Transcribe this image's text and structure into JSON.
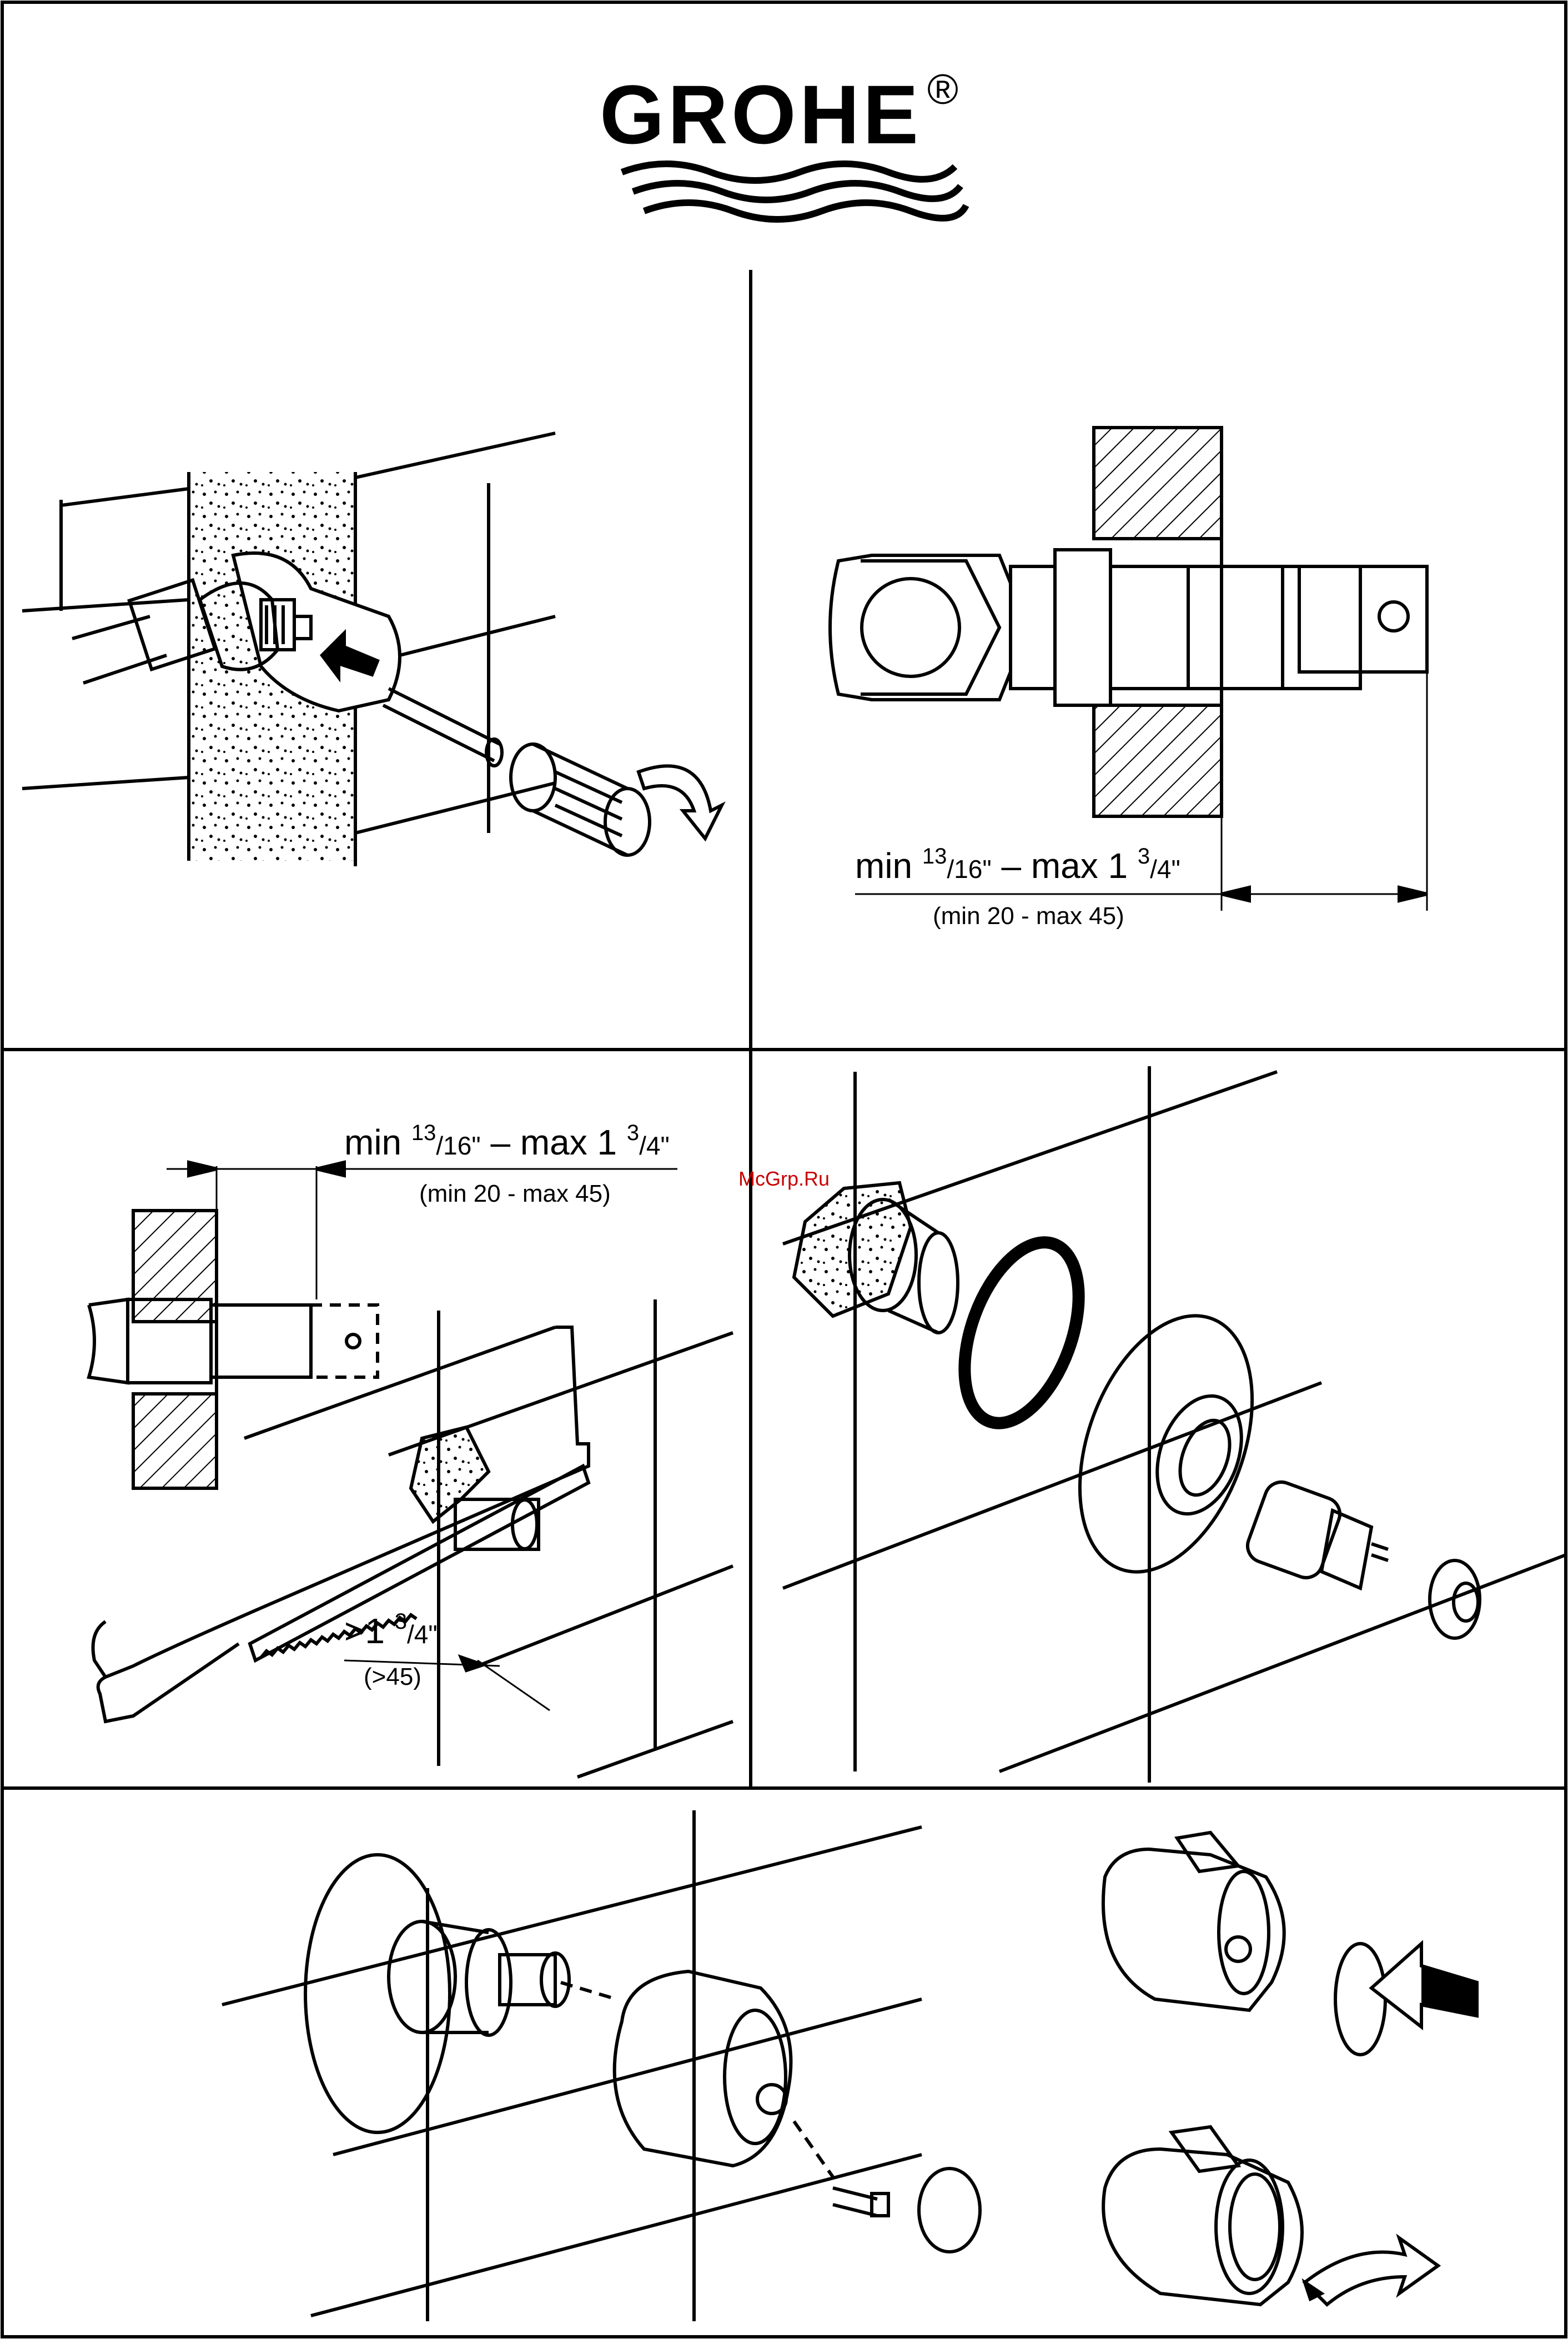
{
  "brand": {
    "logo_text": "GROHE",
    "registered_mark": "®"
  },
  "watermark": "McGrp.Ru",
  "panels": {
    "p2": {
      "dim_min": "min ",
      "dim_min_num": "13",
      "dim_min_den": "/16\"",
      "dim_mid": " – max 1 ",
      "dim_max_num": "3",
      "dim_max_den": "/4\"",
      "dim_mm": "(min 20 - max 45)"
    },
    "p3": {
      "dim_min": "min ",
      "dim_min_num": "13",
      "dim_min_den": "/16\"",
      "dim_mid": " – max 1 ",
      "dim_max_num": "3",
      "dim_max_den": "/4\"",
      "dim_mm": "(min 20 - max 45)",
      "cut_gt": ">1 ",
      "cut_num": "3",
      "cut_den": "/4\"",
      "cut_mm": "(>45)"
    }
  },
  "colors": {
    "line": "#000000",
    "paper": "#ffffff",
    "watermark": "#c80000"
  }
}
